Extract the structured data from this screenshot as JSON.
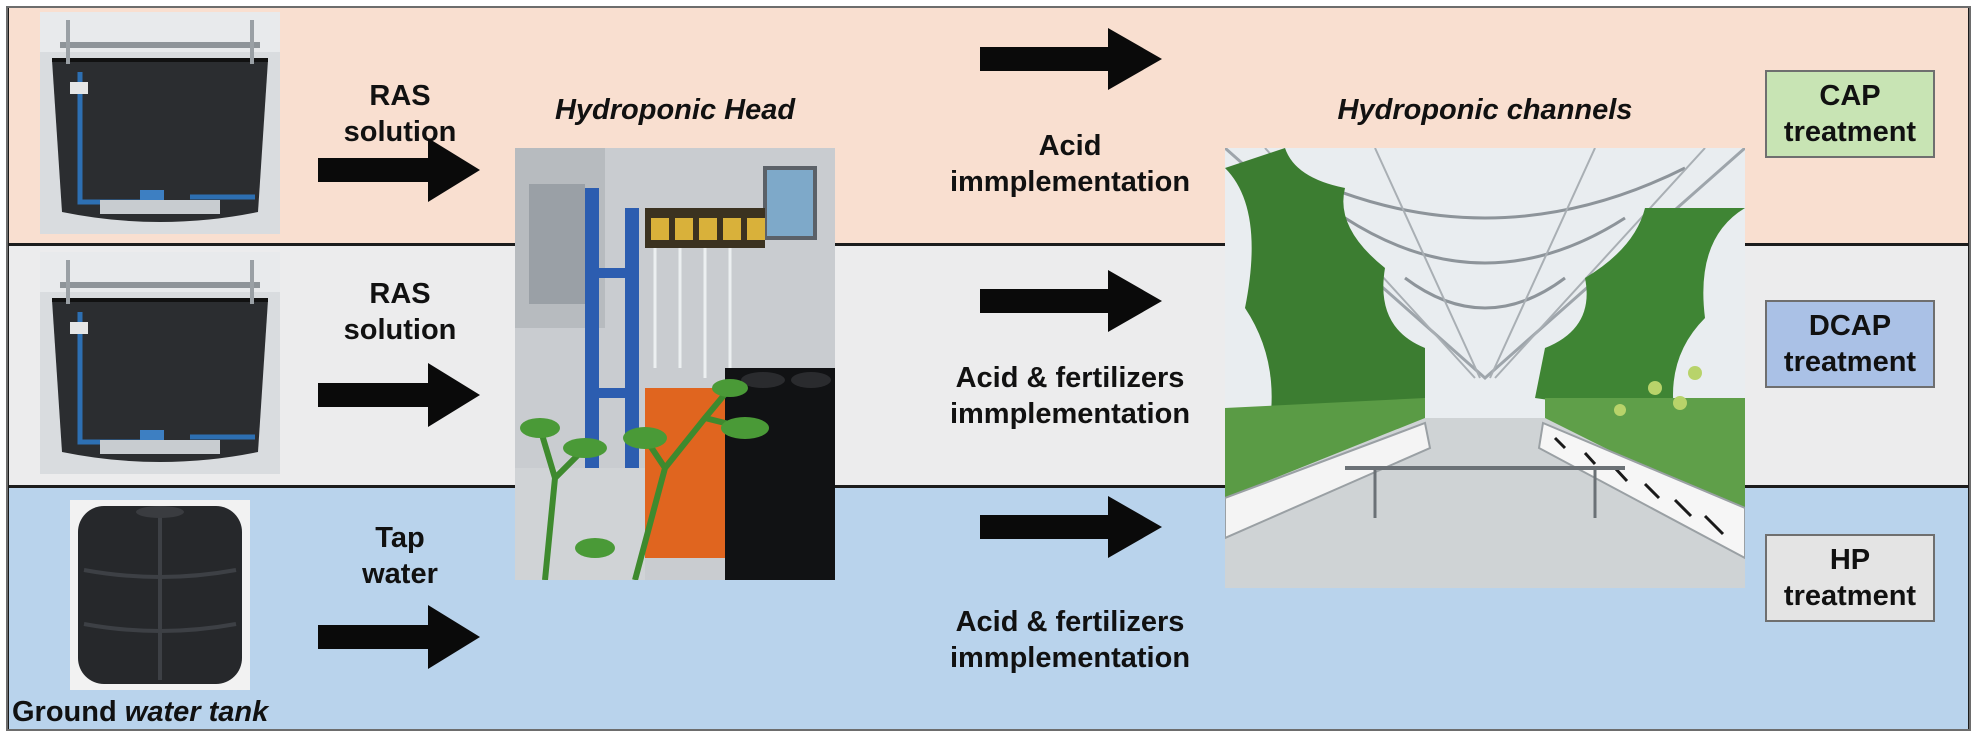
{
  "rows": [
    {
      "source_label": "RAS\nsolution",
      "process_label": "Acid\nimmplementation",
      "treatment": "CAP\ntreatment"
    },
    {
      "source_label": "RAS\nsolution",
      "process_label": "Acid & fertilizers\nimmplementation",
      "treatment": "DCAP\ntreatment"
    },
    {
      "source_label": "Tap\nwater",
      "process_label": "Acid & fertilizers\nimmplementation",
      "treatment": "HP\ntreatment"
    }
  ],
  "hydroponic_head_label": "Hydroponic Head",
  "hydroponic_channels_label": "Hydroponic channels",
  "tank_caption": {
    "plain": "Ground ",
    "italic": "water tank"
  },
  "colors": {
    "row_top_bg": "#f9dfd0",
    "row_mid_bg": "#ececed",
    "row_bot_bg": "#b9d3ec",
    "cap_box": "#c8e4b4",
    "dcap_box": "#aac1e6",
    "hp_box": "#e4e4e4"
  }
}
